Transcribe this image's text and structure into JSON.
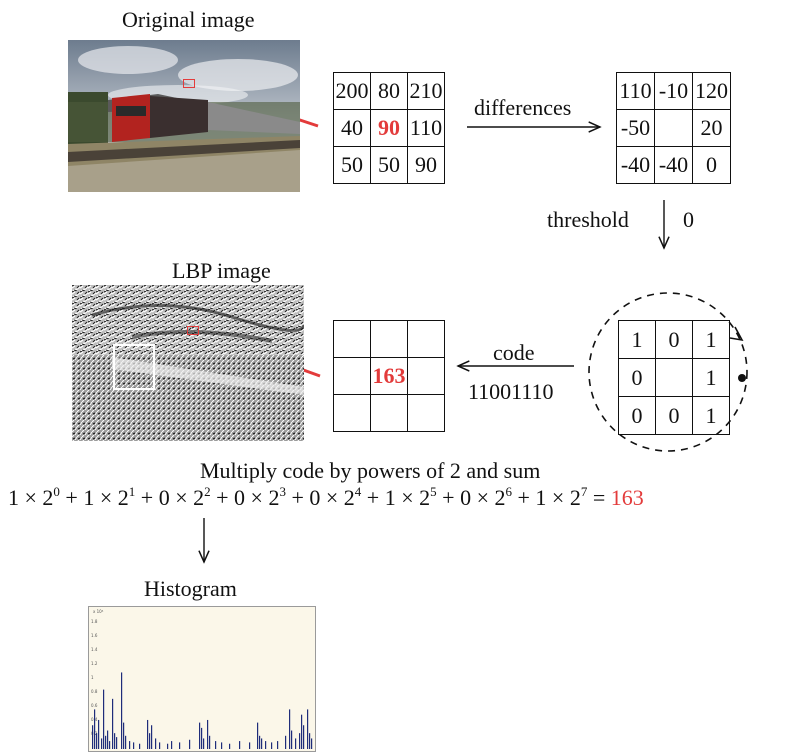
{
  "headings": {
    "original": "Original image",
    "lbp": "LBP image",
    "histogram": "Histogram"
  },
  "arrows": {
    "differences": "differences",
    "threshold": "threshold",
    "threshold_value": "0",
    "code": "code",
    "code_bits": "11001110"
  },
  "grid_pixels": [
    [
      "200",
      "80",
      "210"
    ],
    [
      "40",
      "90",
      "110"
    ],
    [
      "50",
      "50",
      "90"
    ]
  ],
  "grid_differences": [
    [
      "110",
      "-10",
      "120"
    ],
    [
      "-50",
      "",
      "20"
    ],
    [
      "-40",
      "-40",
      "0"
    ]
  ],
  "grid_binary": [
    [
      "1",
      "0",
      "1"
    ],
    [
      "0",
      "",
      "1"
    ],
    [
      "0",
      "0",
      "1"
    ]
  ],
  "grid_result": [
    [
      "",
      "",
      ""
    ],
    [
      "",
      "163",
      ""
    ],
    [
      "",
      "",
      ""
    ]
  ],
  "formula": {
    "caption": "Multiply code by powers of 2 and sum",
    "terms": [
      {
        "coef": "1",
        "exp": "0"
      },
      {
        "coef": "1",
        "exp": "1"
      },
      {
        "coef": "0",
        "exp": "2"
      },
      {
        "coef": "0",
        "exp": "3"
      },
      {
        "coef": "0",
        "exp": "4"
      },
      {
        "coef": "1",
        "exp": "5"
      },
      {
        "coef": "0",
        "exp": "6"
      },
      {
        "coef": "1",
        "exp": "7"
      }
    ],
    "result": "163"
  },
  "colors": {
    "accent": "#e33b3b",
    "histogram_bars": "#1f2d7a",
    "histogram_bg": "#fbf7e9"
  },
  "histogram": {
    "y_tick_labels": [
      "1.8",
      "1.6",
      "1.4",
      "1.2",
      "1",
      "0.8",
      "0.6",
      "0.4",
      "0.2"
    ],
    "exponent_label": "x 10⁴"
  }
}
